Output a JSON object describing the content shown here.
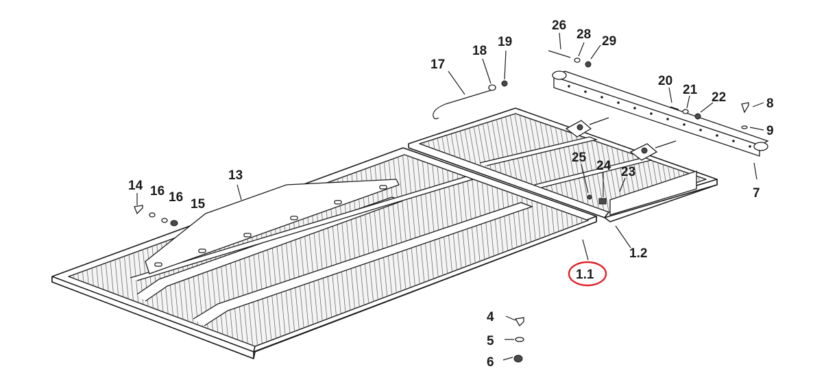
{
  "diagram": {
    "callouts": [
      "1.1",
      "1.2",
      "4",
      "5",
      "6",
      "7",
      "8",
      "9",
      "13",
      "14",
      "15",
      "16",
      "16",
      "17",
      "18",
      "19",
      "20",
      "21",
      "22",
      "23",
      "24",
      "25",
      "26",
      "28",
      "29"
    ],
    "highlighted_callout": "1.1",
    "highlight_color": "#e01f26",
    "line_color": "#1a1a1a"
  }
}
